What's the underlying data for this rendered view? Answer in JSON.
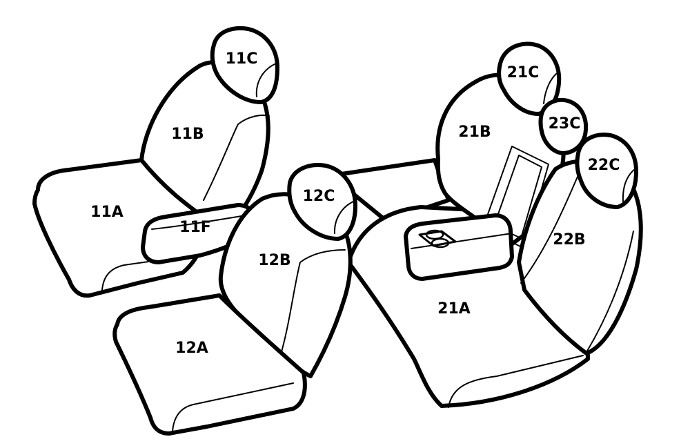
{
  "colors": {
    "outline": "#000000",
    "fill": "#ffffff",
    "background": "#ffffff"
  },
  "seats": {
    "front_left": {
      "cushion": "11A",
      "backrest": "11B",
      "headrest": "11C",
      "armrest": "11F"
    },
    "front_right": {
      "cushion": "12A",
      "backrest": "12B",
      "headrest": "12C"
    },
    "rear": {
      "bench_cushion": "21A",
      "left_backrest": "21B",
      "left_headrest": "21C",
      "right_backrest": "22B",
      "right_headrest": "22C",
      "center_headrest": "23C"
    }
  }
}
